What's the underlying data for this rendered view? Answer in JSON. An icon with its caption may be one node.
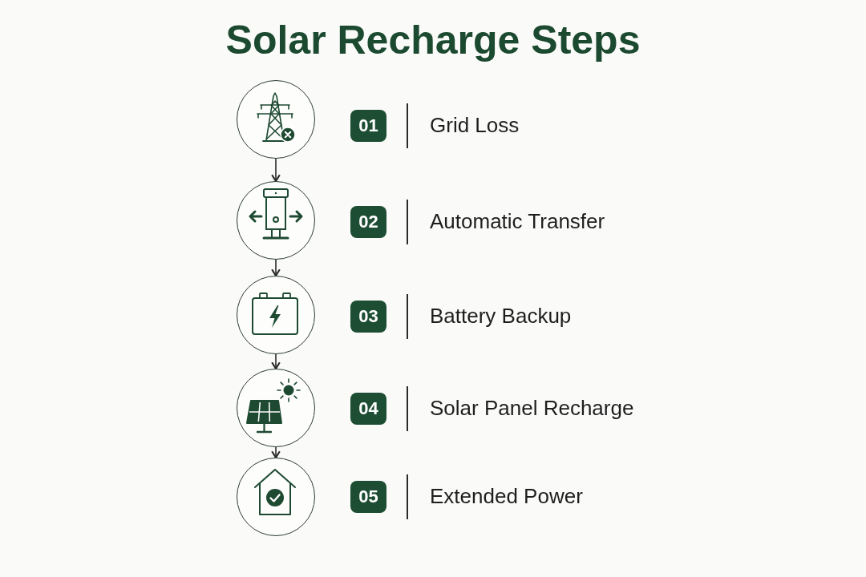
{
  "diagram": {
    "title": "Solar Recharge Steps",
    "nodes": [
      {
        "text": [],
        "shape": "circle"
      },
      {
        "text": [
          "01"
        ],
        "beside": [
          "Grid Loss"
        ]
      },
      {
        "text": [],
        "shape": "circle"
      },
      {
        "text": [
          "02"
        ],
        "beside": [
          "Automatic Transfer"
        ]
      },
      {
        "text": [],
        "shape": "circle"
      },
      {
        "text": [
          "03"
        ],
        "beside": [
          "Battery Backup"
        ]
      },
      {
        "text": [],
        "shape": "circle"
      },
      {
        "text": [
          "04"
        ],
        "beside": [
          "Solar Panel Recharge"
        ]
      },
      {
        "text": [],
        "shape": "circle"
      },
      {
        "text": [
          "05"
        ],
        "beside": [
          "Extended Power"
        ]
      }
    ],
    "edges": [
      {
        "from": 0,
        "to": 2,
        "arrow": "to"
      },
      {
        "from": 2,
        "to": 4,
        "arrow": "to"
      },
      {
        "from": 4,
        "to": 6,
        "arrow": "to"
      },
      {
        "from": 6,
        "to": 8,
        "arrow": "to"
      }
    ]
  }
}
